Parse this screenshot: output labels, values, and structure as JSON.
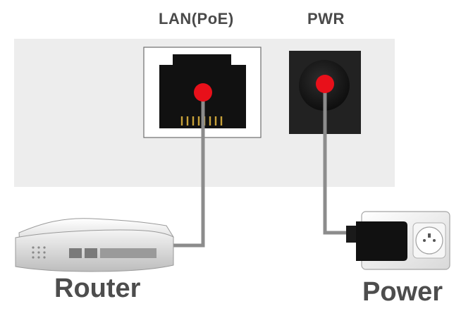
{
  "labels": {
    "lan": "LAN(PoE)",
    "pwr": "PWR",
    "router": "Router",
    "power": "Power"
  },
  "colors": {
    "panel": "#ededed",
    "port_black": "#1a1a1a",
    "connector_dot": "#e8101a",
    "cable": "#8c8c8c",
    "pin_gold": "#c8a23a",
    "text": "#4a4a4a"
  },
  "icons": {
    "lan_port": "rj45-port-icon",
    "pwr_port": "dc-power-jack-icon",
    "router": "router-icon",
    "outlet": "wall-outlet-icon",
    "plug": "power-plug-icon"
  }
}
